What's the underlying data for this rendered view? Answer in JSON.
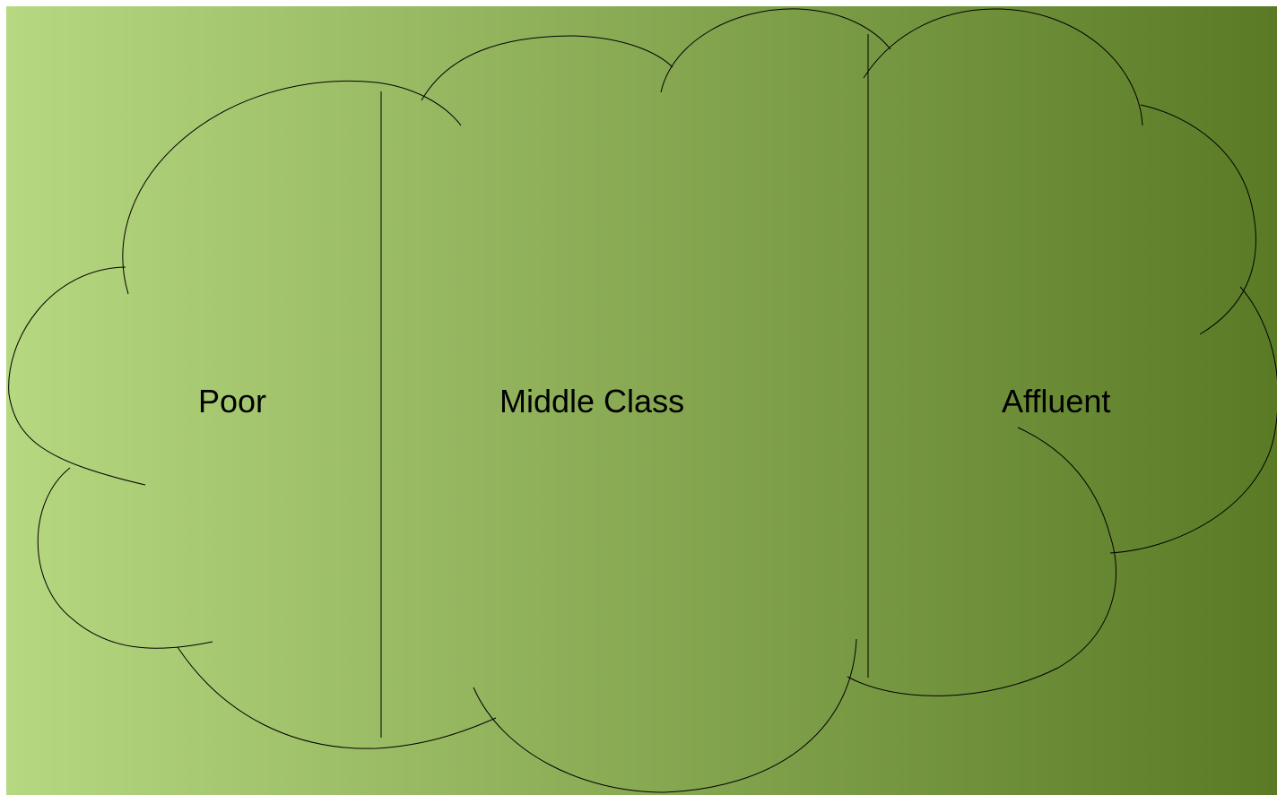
{
  "diagram": {
    "regions": [
      {
        "id": "poor",
        "label": "Poor"
      },
      {
        "id": "middle",
        "label": "Middle Class"
      },
      {
        "id": "affluent",
        "label": "Affluent"
      }
    ]
  },
  "colors": {
    "gradient_start": "#b6d880",
    "gradient_end": "#5a7a25",
    "outline": "#000000"
  }
}
